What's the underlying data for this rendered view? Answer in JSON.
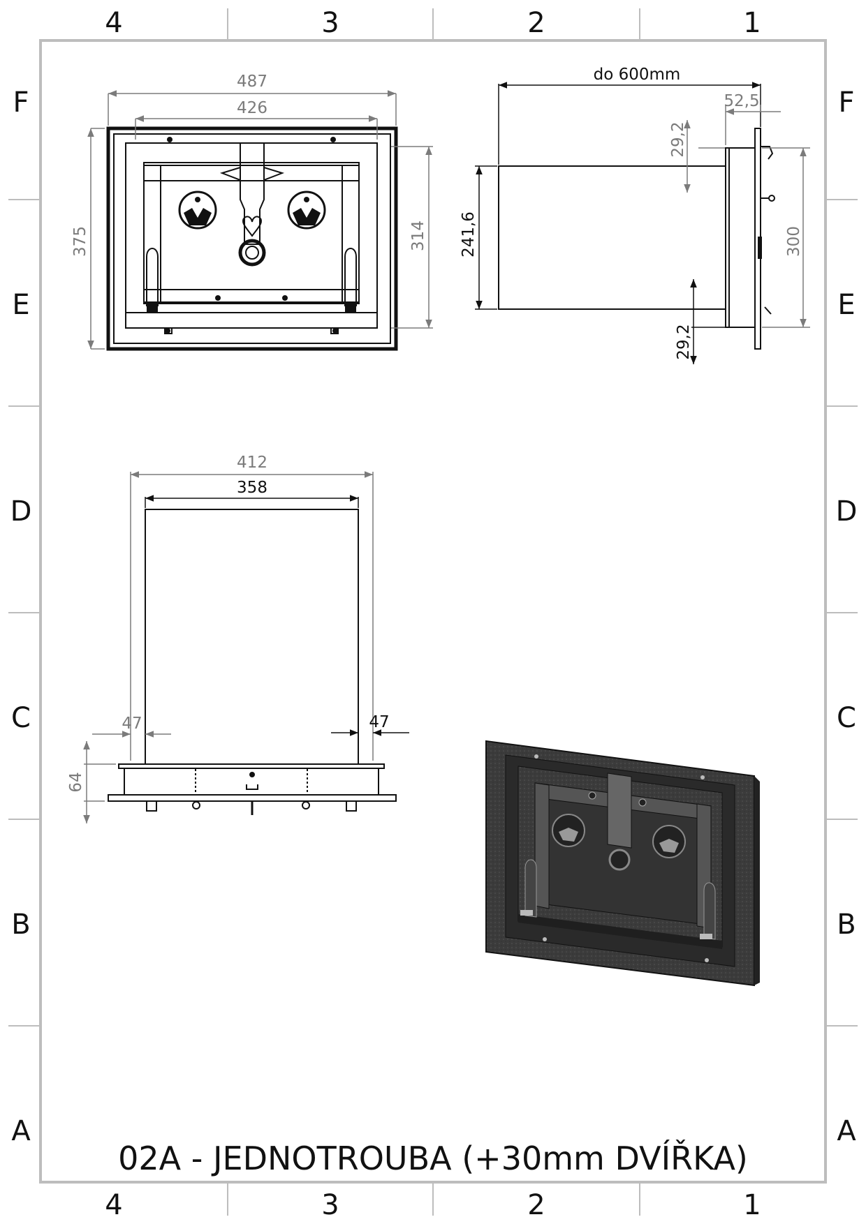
{
  "border": {
    "columns": [
      "4",
      "3",
      "2",
      "1"
    ],
    "rows": [
      "F",
      "E",
      "D",
      "C",
      "B",
      "A"
    ]
  },
  "front_view": {
    "dim_outer_width": "487",
    "dim_inner_width": "426",
    "dim_outer_height": "375",
    "dim_inner_height": "314"
  },
  "side_view": {
    "dim_depth": "do 600mm",
    "dim_flange": "52,5",
    "dim_top_offset": "29,2",
    "dim_bottom_offset": "29,2",
    "dim_body_height": "241,6",
    "dim_front_height": "300"
  },
  "top_view": {
    "dim_outer_width": "412",
    "dim_inner_width": "358",
    "dim_left_step": "47",
    "dim_right_step": "47",
    "dim_frame_height": "64"
  },
  "title": "02A - JEDNOTROUBA (+30mm DVÍŘKA)",
  "colors": {
    "frame": "#bdbdbd",
    "line": "#111111",
    "dim": "#7b7b7b",
    "render_fill": "#3a3a3a"
  }
}
